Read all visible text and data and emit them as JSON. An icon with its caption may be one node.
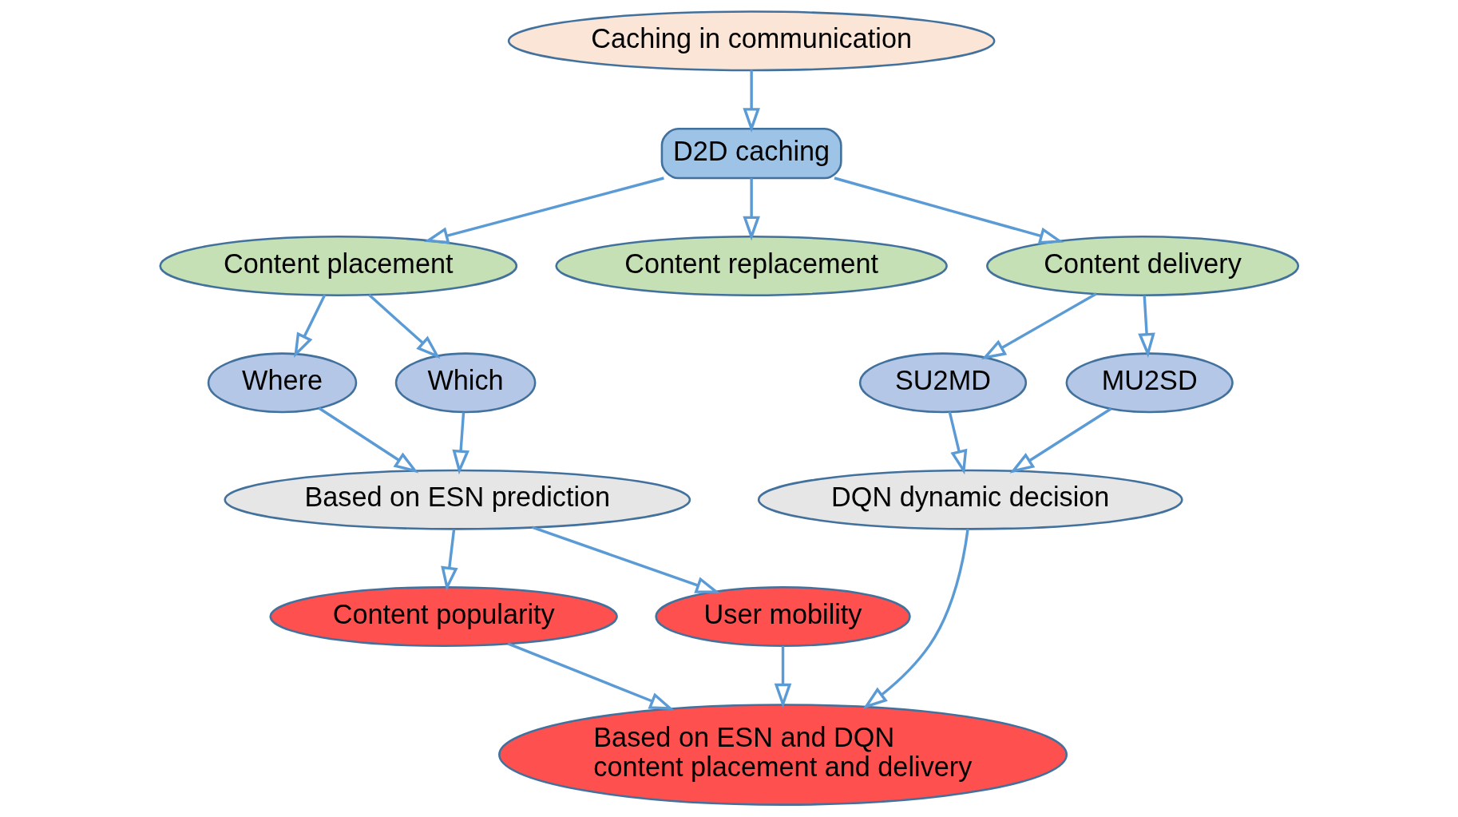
{
  "diagram": {
    "nodes": [
      {
        "text": [
          "Caching in communication"
        ]
      },
      {
        "text": [
          "D2D caching"
        ]
      },
      {
        "text": [
          "Content placement"
        ]
      },
      {
        "text": [
          "Content replacement"
        ]
      },
      {
        "text": [
          "Content delivery"
        ]
      },
      {
        "text": [
          "Where"
        ]
      },
      {
        "text": [
          "Which"
        ]
      },
      {
        "text": [
          "SU2MD"
        ]
      },
      {
        "text": [
          "MU2SD"
        ]
      },
      {
        "text": [
          "Based on ESN prediction"
        ]
      },
      {
        "text": [
          "DQN dynamic decision"
        ]
      },
      {
        "text": [
          "Content popularity"
        ]
      },
      {
        "text": [
          "User mobility"
        ]
      },
      {
        "text": [
          "Based on ESN and DQN content placement and delivery"
        ]
      }
    ],
    "edges": [
      {
        "from": 0,
        "to": 1,
        "arrow": "to"
      },
      {
        "from": 1,
        "to": 2,
        "arrow": "to"
      },
      {
        "from": 1,
        "to": 3,
        "arrow": "to"
      },
      {
        "from": 1,
        "to": 4,
        "arrow": "to"
      },
      {
        "from": 2,
        "to": 5,
        "arrow": "to"
      },
      {
        "from": 2,
        "to": 6,
        "arrow": "to"
      },
      {
        "from": 4,
        "to": 7,
        "arrow": "to"
      },
      {
        "from": 4,
        "to": 8,
        "arrow": "to"
      },
      {
        "from": 5,
        "to": 9,
        "arrow": "to"
      },
      {
        "from": 6,
        "to": 9,
        "arrow": "to"
      },
      {
        "from": 7,
        "to": 10,
        "arrow": "to"
      },
      {
        "from": 8,
        "to": 10,
        "arrow": "to"
      },
      {
        "from": 9,
        "to": 11,
        "arrow": "to"
      },
      {
        "from": 9,
        "to": 12,
        "arrow": "to"
      },
      {
        "from": 10,
        "to": 13,
        "arrow": "to"
      },
      {
        "from": 11,
        "to": 13,
        "arrow": "to"
      },
      {
        "from": 12,
        "to": 13,
        "arrow": "to"
      }
    ]
  }
}
